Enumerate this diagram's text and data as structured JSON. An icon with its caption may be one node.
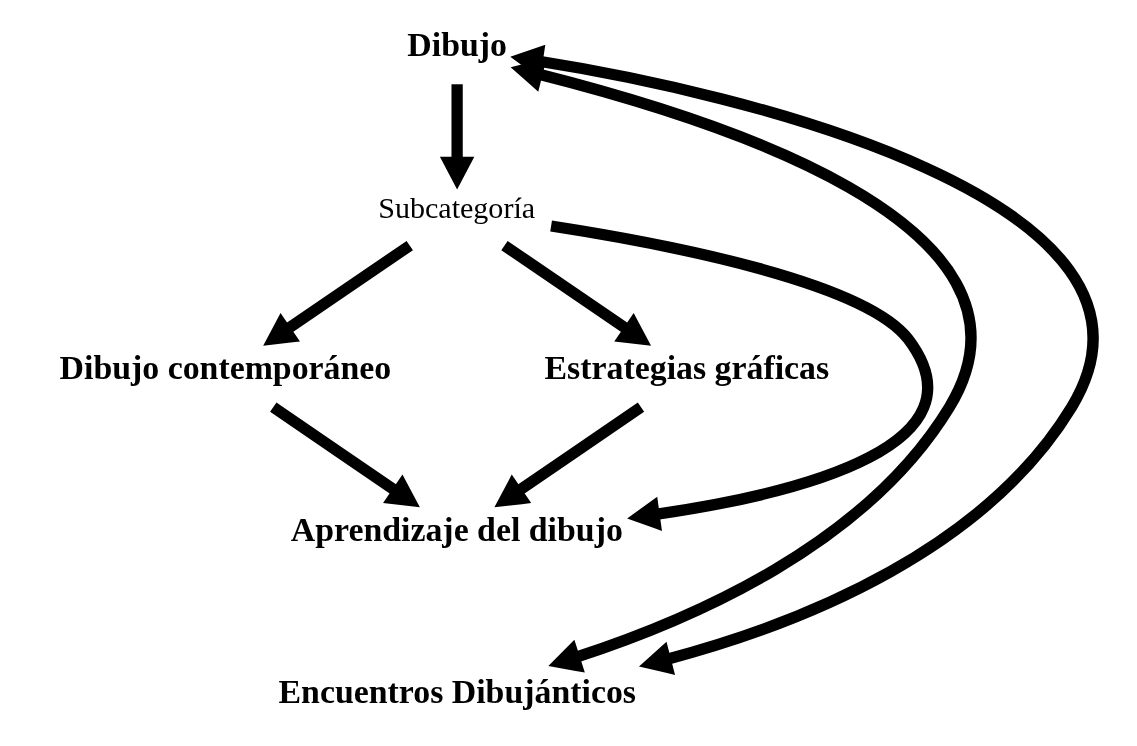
{
  "diagram": {
    "nodes": [
      {
        "text": [
          "Dibujo"
        ]
      },
      {
        "text": [
          "Subcategoría"
        ]
      },
      {
        "text": [
          "Dibujo contemporáneo"
        ]
      },
      {
        "text": [
          "Estrategias gráficas"
        ]
      },
      {
        "text": [
          "Aprendizaje del dibujo"
        ]
      },
      {
        "text": [
          "Encuentros Dibujánticos"
        ]
      }
    ],
    "edges": [
      {
        "from": 0,
        "to": 1,
        "arrow": "to"
      },
      {
        "from": 1,
        "to": 2,
        "arrow": "to"
      },
      {
        "from": 1,
        "to": 4,
        "arrow": "to"
      },
      {
        "from": 1,
        "to": 3,
        "arrow": "to"
      },
      {
        "from": 2,
        "to": 4,
        "arrow": "to"
      },
      {
        "from": 3,
        "to": 4,
        "arrow": "to"
      },
      {
        "from": 5,
        "to": 0,
        "arrow": "both"
      },
      {
        "from": 5,
        "to": 0,
        "arrow": "both"
      }
    ]
  }
}
